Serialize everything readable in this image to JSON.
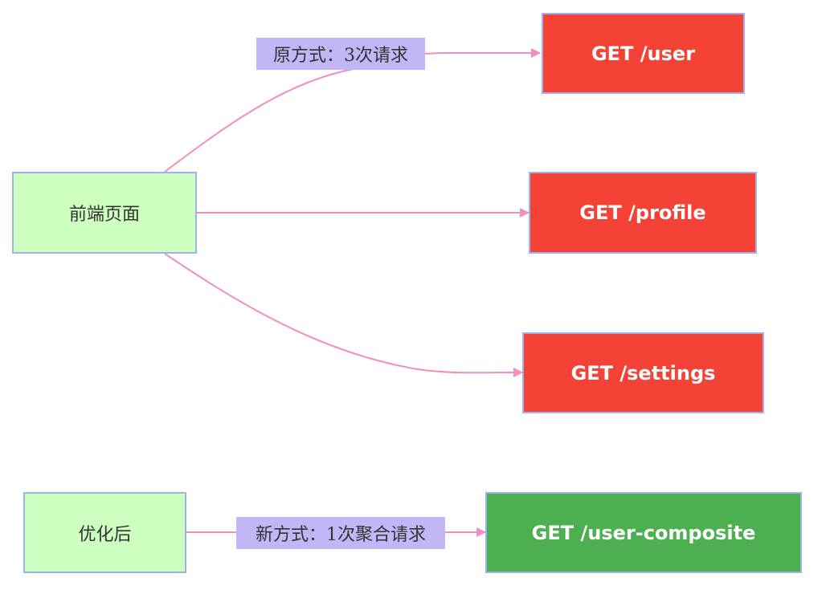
{
  "diagram": {
    "colors": {
      "edge": "#f08fbd",
      "source_fill": "#ccffc0",
      "request_fill": "#f44336",
      "aggregate_fill": "#4caf50",
      "label_fill": "#c3b6f7",
      "border": "#9eb2ec"
    },
    "nodes": {
      "frontend": "前端页面",
      "get_user": "GET /user",
      "get_profile": "GET /profile",
      "get_settings": "GET /settings",
      "optimized": "优化后",
      "get_composite": "GET /user-composite"
    },
    "edge_labels": {
      "old_way": "原方式：3次请求",
      "new_way": "新方式：1次聚合请求"
    }
  }
}
